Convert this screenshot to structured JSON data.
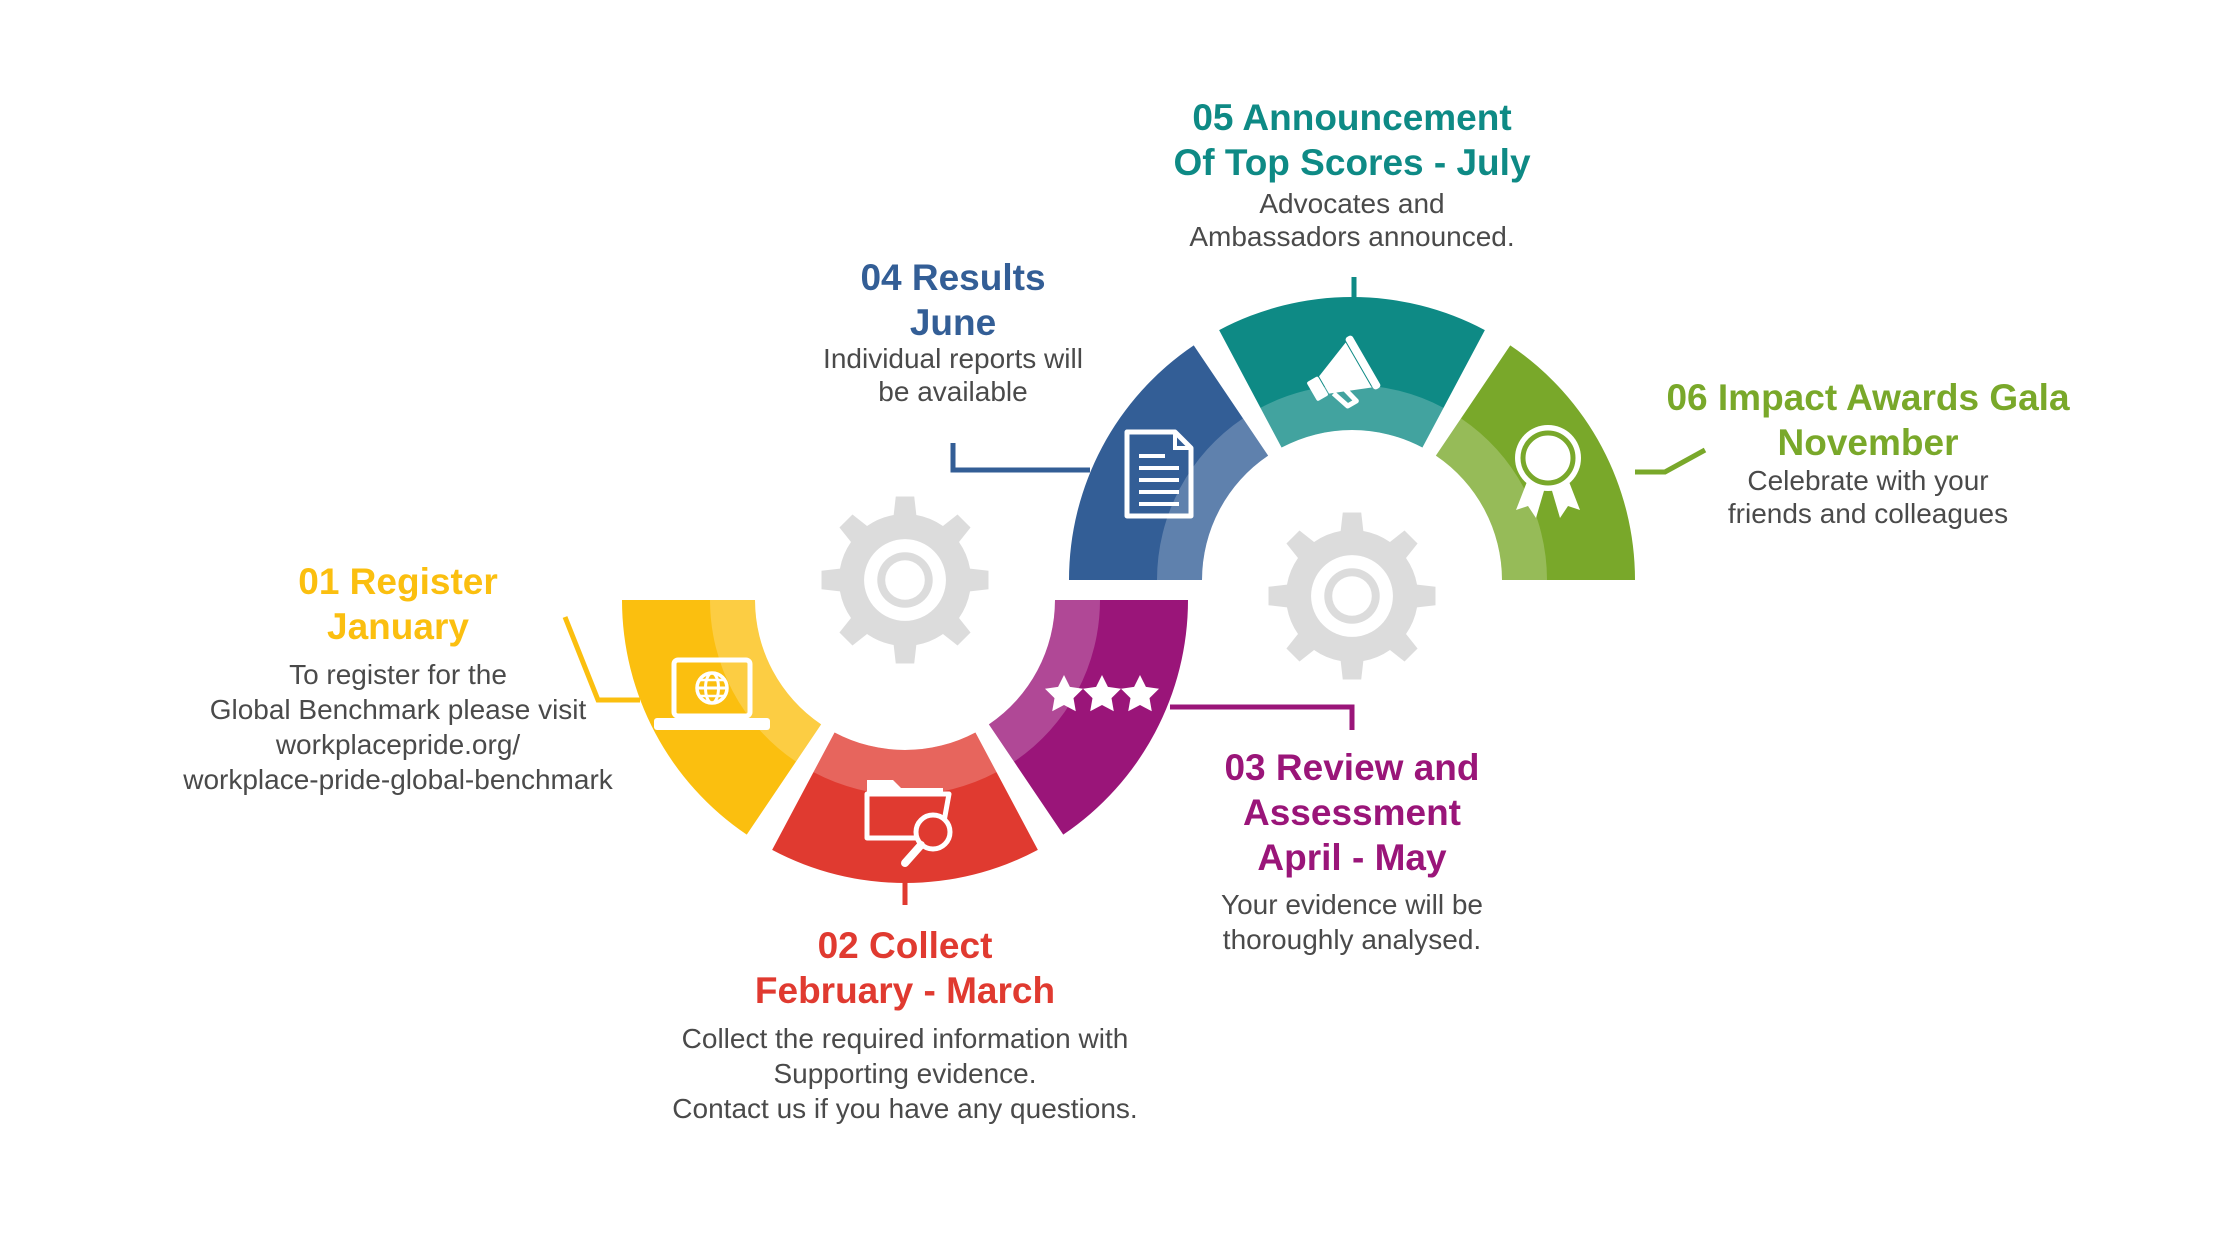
{
  "colors": {
    "step1": "#fbbf0f",
    "step2": "#e03a30",
    "step3": "#9a1579",
    "step4": "#335e96",
    "step5": "#0e8a85",
    "step6": "#79a82a",
    "gear": "#dcdcdc",
    "text": "#4a4a4a"
  },
  "steps": [
    {
      "id": "step1",
      "title_lines": [
        "01 Register",
        "January"
      ],
      "desc_lines": [
        "To register for the",
        "Global Benchmark please visit",
        "workplacepride.org/",
        "workplace-pride-global-benchmark"
      ],
      "icon": "laptop-globe-icon"
    },
    {
      "id": "step2",
      "title_lines": [
        "02 Collect",
        "February - March"
      ],
      "desc_lines": [
        "Collect the required information with",
        "Supporting evidence.",
        "Contact us if you have any questions."
      ],
      "icon": "folder-search-icon"
    },
    {
      "id": "step3",
      "title_lines": [
        "03 Review and",
        "Assessment",
        "April - May"
      ],
      "desc_lines": [
        "Your evidence will be",
        "thoroughly analysed."
      ],
      "icon": "three-stars-icon"
    },
    {
      "id": "step4",
      "title_lines": [
        "04 Results",
        "June"
      ],
      "desc_lines": [
        "Individual reports will",
        "be available"
      ],
      "icon": "document-icon"
    },
    {
      "id": "step5",
      "title_lines": [
        "05 Announcement",
        "Of Top Scores - July"
      ],
      "desc_lines": [
        "Advocates and",
        "Ambassadors announced."
      ],
      "icon": "megaphone-icon"
    },
    {
      "id": "step6",
      "title_lines": [
        "06 Impact Awards Gala",
        "November"
      ],
      "desc_lines": [
        "Celebrate with your",
        "friends and colleagues"
      ],
      "icon": "award-ribbon-icon"
    }
  ]
}
